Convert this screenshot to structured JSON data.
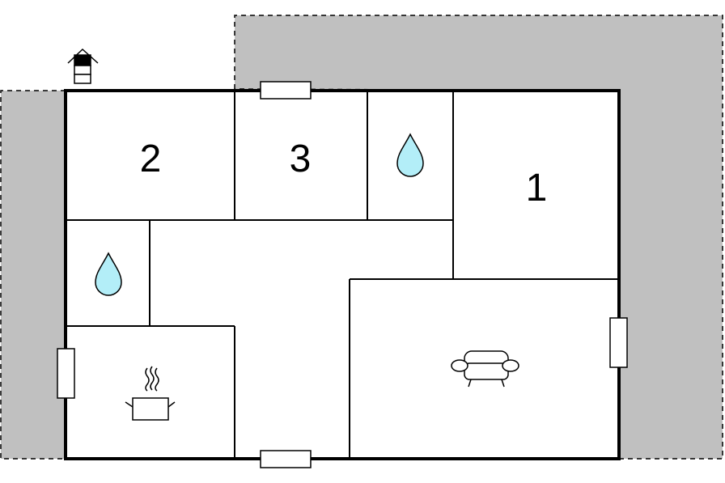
{
  "rooms": [
    {
      "id": "room-2",
      "label": "2"
    },
    {
      "id": "room-3",
      "label": "3"
    },
    {
      "id": "room-1",
      "label": "1"
    },
    {
      "id": "bathroom-top",
      "icon": "water-drop-icon"
    },
    {
      "id": "bathroom-left",
      "icon": "water-drop-icon"
    },
    {
      "id": "kitchen",
      "icon": "cooking-pot-icon"
    },
    {
      "id": "living-room",
      "icon": "sofa-icon"
    },
    {
      "id": "hallway"
    }
  ],
  "icons": {
    "entrance": "house-entrance-icon",
    "water": "water-drop-icon",
    "kitchen": "cooking-pot-icon",
    "living": "sofa-icon"
  },
  "colors": {
    "terrace": "#c0c0c0",
    "wall": "#000000",
    "water": "#b3eef8",
    "background": "#ffffff"
  }
}
